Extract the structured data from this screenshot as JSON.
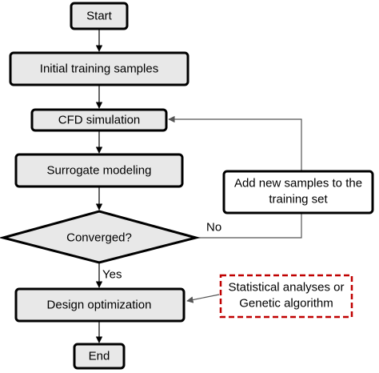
{
  "nodes": {
    "start": "Start",
    "initial": "Initial training samples",
    "cfd": "CFD simulation",
    "surrogate": "Surrogate modeling",
    "converged": "Converged?",
    "add_samples_line1": "Add new samples to the",
    "add_samples_line2": "training set",
    "optimization": "Design optimization",
    "stat_line1": "Statistical analyses or",
    "stat_line2": "Genetic algorithm",
    "end": "End"
  },
  "edges": {
    "no": "No",
    "yes": "Yes"
  },
  "colors": {
    "box_fill": "#e8e8e8",
    "note_border": "#c00000"
  }
}
